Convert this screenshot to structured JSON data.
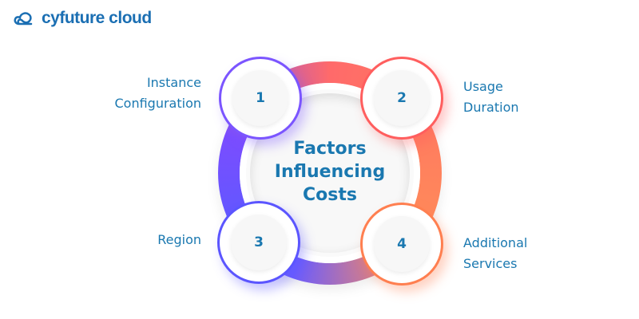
{
  "brand": {
    "name": "cyfuture cloud"
  },
  "center_title": [
    "Factors",
    "Influencing",
    "Costs"
  ],
  "nodes": [
    {
      "number": "1",
      "label": [
        "Instance",
        "Configuration"
      ],
      "color": "#7b55ff"
    },
    {
      "number": "2",
      "label": [
        "Usage",
        "Duration"
      ],
      "color": "#ff5e5e"
    },
    {
      "number": "3",
      "label": [
        "Region"
      ],
      "color": "#5b55ff"
    },
    {
      "number": "4",
      "label": [
        "Additional",
        "Services"
      ],
      "color": "#ff7f50"
    }
  ]
}
